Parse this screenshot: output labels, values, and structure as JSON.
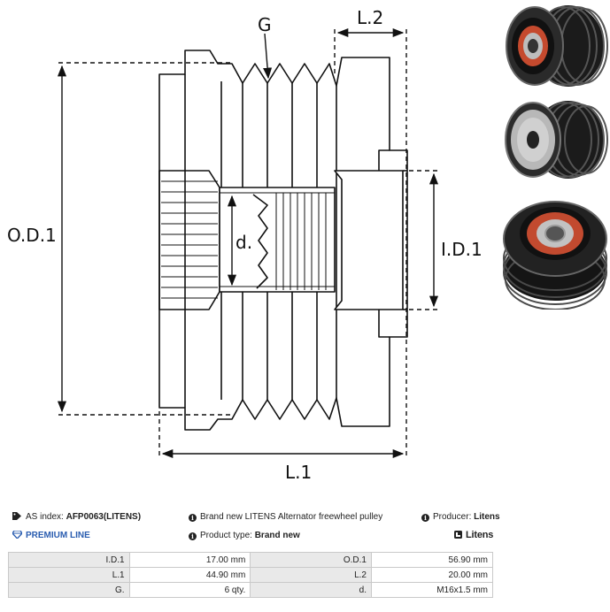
{
  "drawing": {
    "labels": {
      "groove": "G",
      "l2": "L.2",
      "od1": "O.D.1",
      "d": "d.",
      "id1": "I.D.1",
      "l1": "L.1"
    }
  },
  "photos": [
    {
      "name": "pulley-photo-side-front"
    },
    {
      "name": "pulley-photo-front-flat"
    },
    {
      "name": "pulley-photo-bearing-view"
    }
  ],
  "info": {
    "as_index_label": "AS index:",
    "as_index_value": "AFP0063(LITENS)",
    "premium": "PREMIUM LINE",
    "description": "Brand new LITENS Alternator freewheel pulley",
    "product_type_label": "Product type:",
    "product_type_value": "Brand new",
    "producer_label": "Producer:",
    "producer_value": "Litens",
    "brand_logo_text": "Litens",
    "premium_color": "#2a5db0"
  },
  "specs": [
    {
      "l1": "I.D.1",
      "v1": "17.00 mm",
      "l2": "O.D.1",
      "v2": "56.90 mm"
    },
    {
      "l1": "L.1",
      "v1": "44.90 mm",
      "l2": "L.2",
      "v2": "20.00 mm"
    },
    {
      "l1": "G.",
      "v1": "6 qty.",
      "l2": "d.",
      "v2": "M16x1.5 mm"
    }
  ]
}
